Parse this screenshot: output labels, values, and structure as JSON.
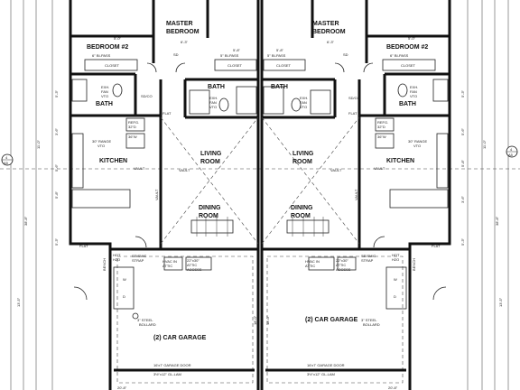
{
  "units": [
    {
      "rooms": {
        "master": [
          "MASTER",
          "BEDROOM"
        ],
        "bedroom2": "BEDROOM #2",
        "bath_left": "BATH",
        "bath_right": "BATH",
        "kitchen": "KITCHEN",
        "living": [
          "LIVING",
          "ROOM"
        ],
        "dining": [
          "DINING",
          "ROOM"
        ],
        "garage": "(2) CAR GARAGE"
      },
      "notes": {
        "bipass_left": "6'' BI-PASS",
        "bipass_right": "5'' BI-PASS",
        "closet_left": "CLOSET",
        "closet_right": "CLOSET",
        "fan_left": [
          "EXH.",
          "FAN",
          "VTO"
        ],
        "fan_right": [
          "EXH.",
          "FAN",
          "VTO"
        ],
        "flat_top": "FLAT",
        "flat_bottom": "FLAT",
        "refrig": [
          "REFG.",
          "32\"D",
          "36\"W"
        ],
        "range": [
          "30\" RANGE",
          "VTO"
        ],
        "vault_kitchen": "VAULT",
        "vault_living": "VAULT",
        "vault_side": "VAULT",
        "attic": [
          "HVAC IN",
          "ATTIC"
        ],
        "attic_access": [
          "22\"x30\"",
          "ATTIC",
          "ACCESS"
        ],
        "seismic": [
          "SEISMIC",
          "STRAP"
        ],
        "hot_water": [
          "HOT",
          "H2O"
        ],
        "bollard": [
          "3\" STEEL",
          "BOLLARD"
        ],
        "bench": "BENCH",
        "wd": [
          "W",
          "D"
        ],
        "garage_door": "16'x7' GARAGE DOOR",
        "glulam": "3½\"x12\" GL-LAM",
        "sd": "SD",
        "sd_co": "SD/CO"
      }
    },
    {
      "rooms": {
        "master": [
          "MASTER",
          "BEDROOM"
        ],
        "bedroom2": "BEDROOM #2",
        "bath_left": "BATH",
        "bath_right": "BATH",
        "kitchen": "KITCHEN",
        "living": [
          "LIVING",
          "ROOM"
        ],
        "dining": [
          "DINING",
          "ROOM"
        ],
        "garage": "(2) CAR GARAGE"
      },
      "notes": {
        "bipass_left": "5'' BI-PASS",
        "bipass_right": "6'' BI-PASS",
        "closet_left": "CLOSET",
        "closet_right": "CLOSET",
        "fan_left": [
          "EXH.",
          "FAN",
          "VTO"
        ],
        "fan_right": [
          "EXH.",
          "FAN",
          "VTO"
        ],
        "flat_top": "FLAT",
        "flat_bottom": "FLAT",
        "refrig": [
          "REFG.",
          "32\"D",
          "36\"W"
        ],
        "range": [
          "30\" RANGE",
          "VTO"
        ],
        "vault_kitchen": "VAULT",
        "vault_living": "VAULT",
        "vault_side": "VAULT",
        "attic": [
          "HVAC IN",
          "ATTIC"
        ],
        "attic_access": [
          "22\"x30\"",
          "ATTIC",
          "ACCESS"
        ],
        "seismic": [
          "SEISMIC",
          "STRAP"
        ],
        "hot_water": [
          "HOT",
          "H2O"
        ],
        "bollard": [
          "3\" STEEL",
          "BOLLARD"
        ],
        "bench": "BENCH",
        "wd": [
          "W",
          "D"
        ],
        "garage_door": "16'x7' GARAGE DOOR",
        "glulam": "3½\"x12\" GL-LAM",
        "sd": "SD",
        "sd_co": "SD/CO"
      }
    }
  ],
  "section_marker": {
    "number": "4",
    "sheet": "A5"
  },
  "dimensions": {
    "top": [
      "5'-0\"",
      "6'-3\"",
      "5'-8\"",
      "5'-0\"",
      "6'-3\"",
      "5'-8\""
    ],
    "left": [
      "5'-3\"",
      "3'-6\"",
      "5'-6\"",
      "5'-8\"",
      "11'-0\"",
      "5'-3\"",
      "13'-5\"",
      "38'-8\""
    ],
    "right": [
      "5'-3\"",
      "5'-6\"",
      "5'-8\"",
      "11'-0\"",
      "3'-6\"",
      "5'-3\"",
      "13'-5\"",
      "38'-8\""
    ],
    "garage_depth": "18'-0\"",
    "bottom": [
      "20'-8\"",
      "20'-8\""
    ]
  }
}
